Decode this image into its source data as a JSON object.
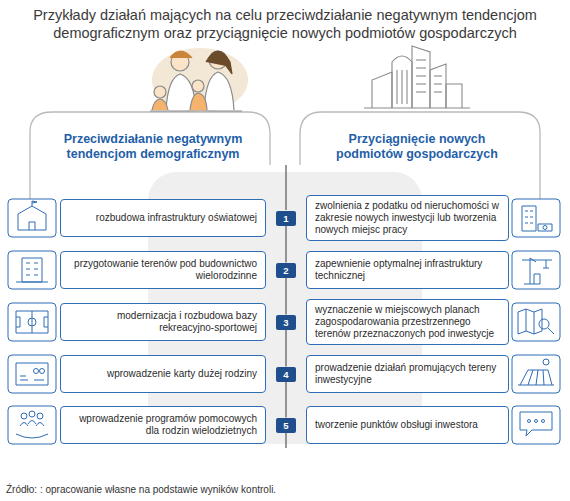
{
  "diagram": {
    "title": "Przykłady działań mających na celu przeciwdziałanie negatywnym tendencjom demograficznym oraz przyciągnięcie nowych podmiotów gospodarczych",
    "caption": "Źródło: : opracowanie własne na podstawie wyników kontroli.",
    "nodes": [
      {
        "text": [
          "Przeciwdziałanie negatywnym tendencjom demograficznym"
        ]
      },
      {
        "text": [
          "Przyciągnięcie nowych podmiotów gospodarczych"
        ]
      },
      {
        "text": [
          "rozbudowa infrastruktury oświatowej"
        ]
      },
      {
        "text": [
          "1"
        ]
      },
      {
        "text": [
          "zwolnienia z podatku od nieruchomości w zakresie nowych inwestycji lub tworzenia nowych miejsc pracy"
        ]
      },
      {
        "text": [
          "przygotowanie terenów pod budownictwo wielorodzinne"
        ]
      },
      {
        "text": [
          "2"
        ]
      },
      {
        "text": [
          "zapewnienie optymalnej infrastruktury technicznej"
        ]
      },
      {
        "text": [
          "modernizacja i rozbudowa bazy rekreacyjno-sportowej"
        ]
      },
      {
        "text": [
          "3"
        ]
      },
      {
        "text": [
          "wyznaczenie w miejscowych planach zagospodarowania przestrzennego terenów przeznaczonych pod inwestycje"
        ]
      },
      {
        "text": [
          "wprowadzenie karty dużej rodziny"
        ]
      },
      {
        "text": [
          "4"
        ]
      },
      {
        "text": [
          "prowadzenie działań promujących tereny inwestycyjne"
        ]
      },
      {
        "text": [
          "wprowadzenie programów pomocowych dla rodzin wielodzietnych"
        ]
      },
      {
        "text": [
          "5"
        ]
      },
      {
        "text": [
          "tworzenie punktów obsługi inwestora"
        ]
      }
    ],
    "edges": [
      {
        "from": 3,
        "to": 6,
        "arrow": "none"
      },
      {
        "from": 6,
        "to": 9,
        "arrow": "none"
      },
      {
        "from": 9,
        "to": 12,
        "arrow": "none"
      },
      {
        "from": 12,
        "to": 15,
        "arrow": "none"
      }
    ]
  }
}
